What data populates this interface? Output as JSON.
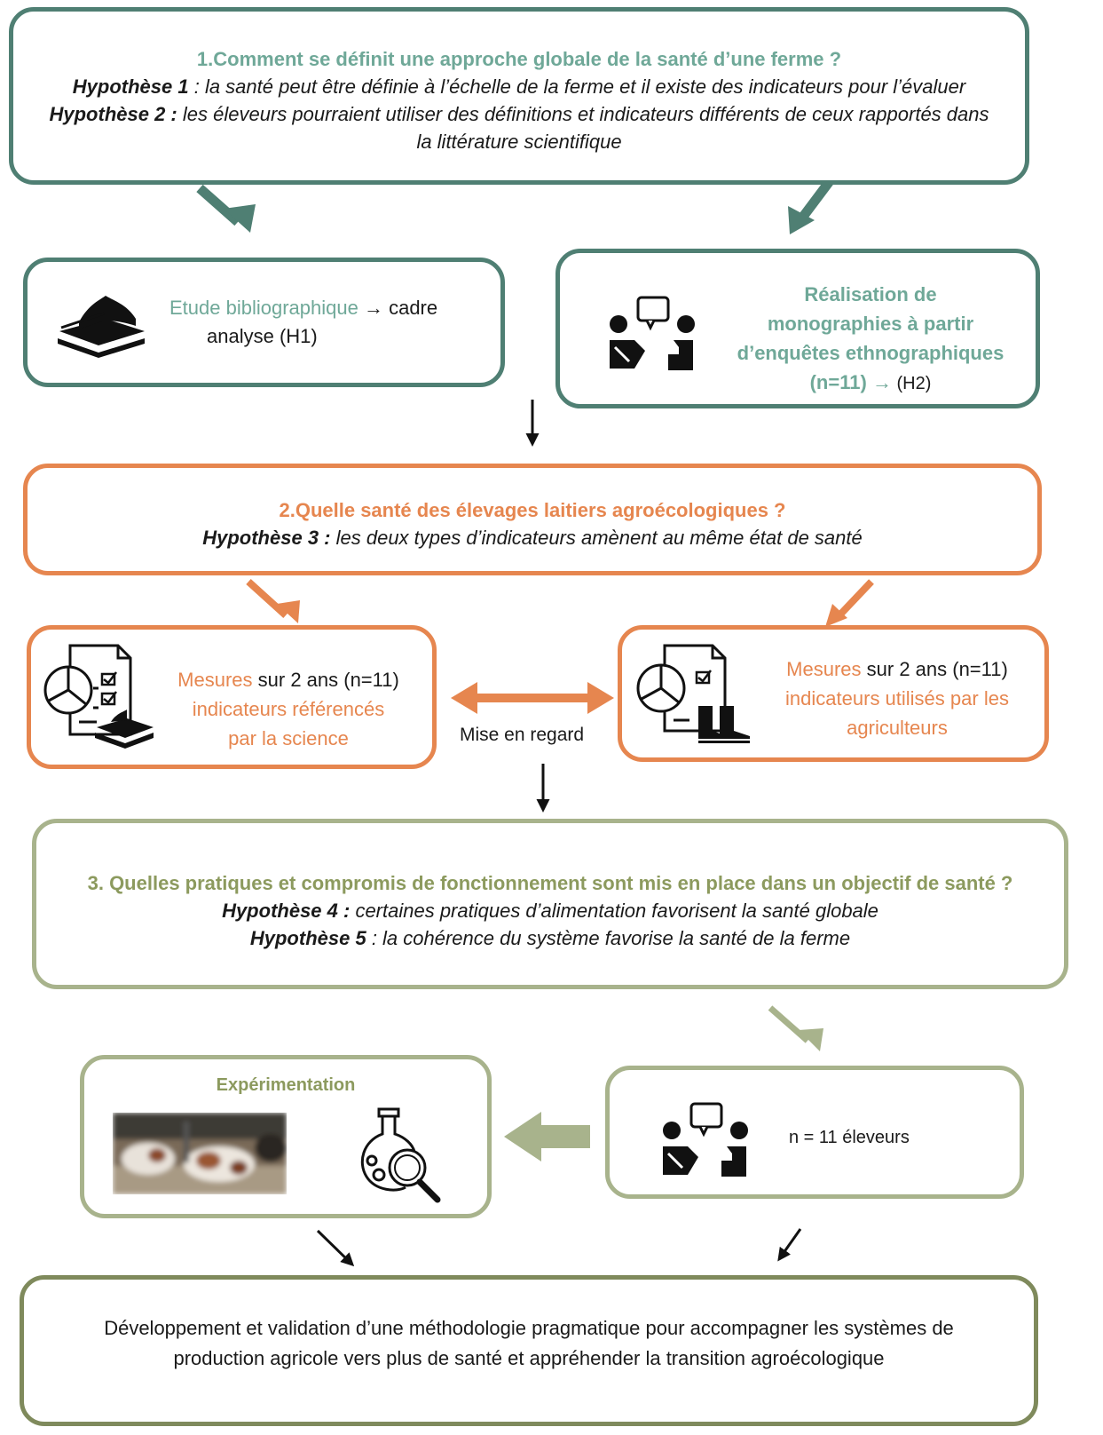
{
  "box1": {
    "question": "1.Comment se définit une approche globale de la santé d’une ferme ?",
    "h1_label": "Hypothèse 1",
    "h1_text": " : la santé peut être définie à l’échelle de la ferme et il existe des indicateurs pour l’évaluer",
    "h2_label": "Hypothèse 2 :",
    "h2_text": " les éleveurs pourraient utiliser des définitions et indicateurs différents de ceux rapportés dans la littérature scientifique"
  },
  "biblio": {
    "title": "Etude bibliographique",
    "arrow": "→",
    "rest1": " cadre",
    "rest2": "analyse (H1)"
  },
  "mono": {
    "line1": "Réalisation de",
    "line2": "monographies à partir",
    "line3": "d’enquêtes ethnographiques",
    "line4a": "(n=11)",
    "arrow": "→",
    "line4b": " (H2)"
  },
  "box2": {
    "question": "2.Quelle santé des élevages laitiers agroécologiques ?",
    "h3_label": "Hypothèse 3 :",
    "h3_text": " les deux types d’indicateurs amènent au même état de santé"
  },
  "measLeft": {
    "word": "Mesures",
    "rest": " sur 2 ans (n=11)",
    "line2": "indicateurs référencés",
    "line3": "par la science"
  },
  "measRight": {
    "word": "Mesures",
    "rest": " sur 2 ans (n=11)",
    "line2": "indicateurs utilisés par les",
    "line3": "agriculteurs"
  },
  "compare_label": "Mise en regard",
  "box3": {
    "question": "3. Quelles pratiques et compromis de fonctionnement sont mis en place dans un objectif de santé ?",
    "h4_label": "Hypothèse 4 :",
    "h4_text": " certaines pratiques d’alimentation favorisent la santé globale",
    "h5_label": "Hypothèse 5",
    "h5_text": " : la cohérence du système favorise la santé de la ferme"
  },
  "experiment": {
    "title": "Expérimentation"
  },
  "breeders": {
    "label": "n = 11 éleveurs"
  },
  "final": {
    "line1": "Développement et validation d’une méthodologie pragmatique pour accompagner les systèmes de",
    "line2": "production agricole vers plus de santé et appréhender la transition agroécologique"
  },
  "icons": {
    "books": "books-icon",
    "interview": "interview-icon",
    "survey": "survey-chart-icon",
    "boots": "boots-icon",
    "lab": "lab-flask-magnifier-icon",
    "photo": "cows-photo"
  },
  "colors": {
    "teal": "#4f7f73",
    "teal_text": "#6fa898",
    "orange": "#e6864f",
    "olive": "#a8b38c",
    "olive_text": "#8c9a5e"
  }
}
